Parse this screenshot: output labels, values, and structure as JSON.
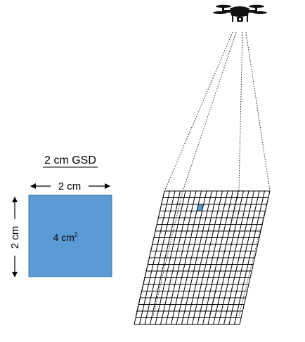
{
  "gsd_title": "2 cm GSD",
  "width_label": "2 cm",
  "height_label": "2 cm",
  "area_label": "4 cm",
  "area_exponent": "2",
  "grid": {
    "columns": 20,
    "rows": 20
  },
  "highlight_cell": {
    "column": 7,
    "row": 2
  },
  "colors": {
    "pixel_fill": "#5b9bd5",
    "pixel_stroke": "#41719c",
    "line": "#000000",
    "drone": "#111111"
  },
  "icons": {
    "drone": "quadcopter-drone-icon"
  }
}
